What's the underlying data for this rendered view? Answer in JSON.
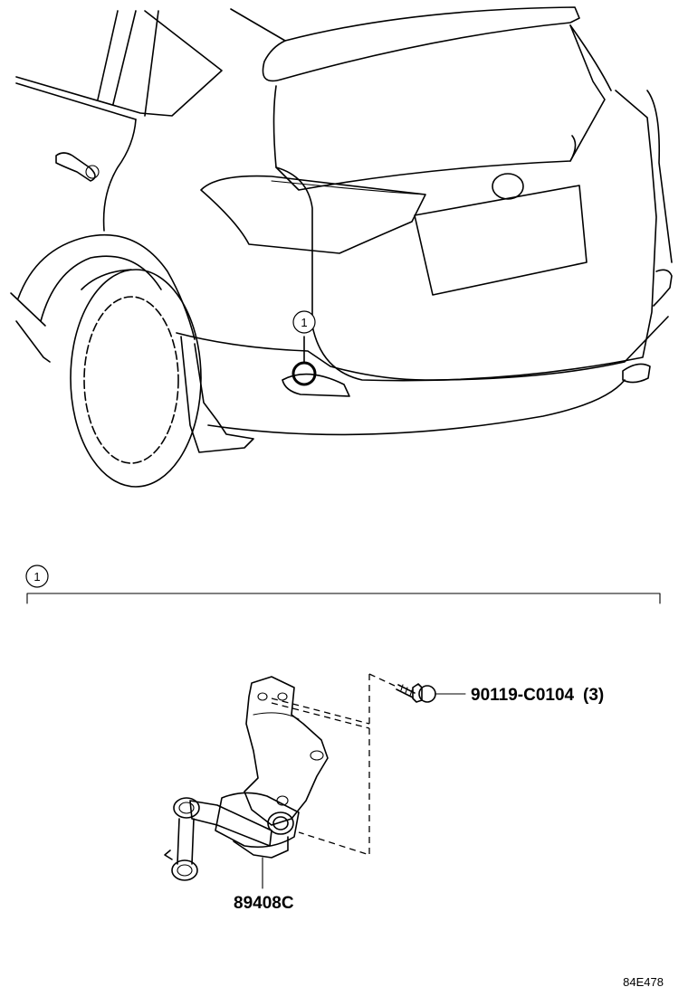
{
  "callouts": {
    "car_marker": "1",
    "section_marker": "1"
  },
  "parts": {
    "bolt_part_number": "90119-C0104",
    "bolt_quantity": "(3)",
    "sensor_part_number": "89408C"
  },
  "diagram_code": "84E478"
}
